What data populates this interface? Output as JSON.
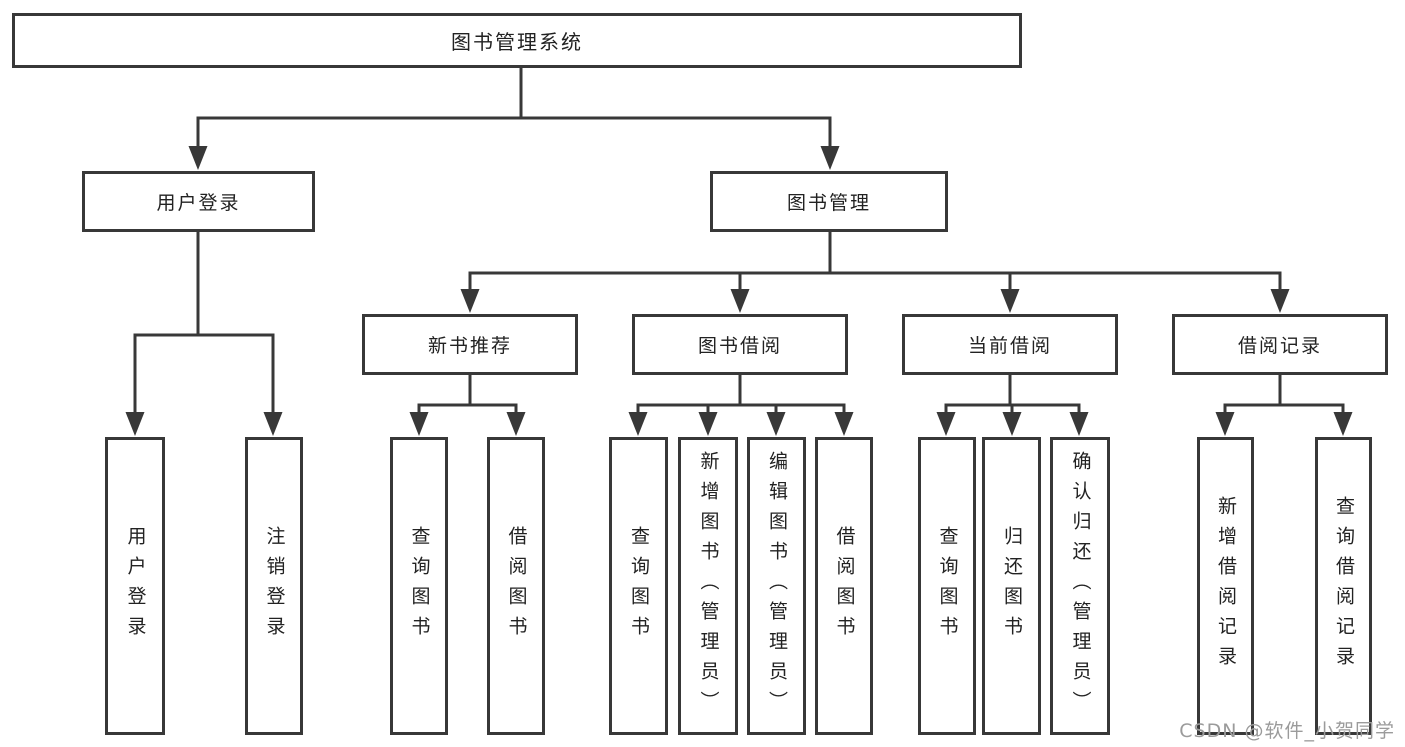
{
  "diagram_type": "hierarchy-tree",
  "colors": {
    "line": "#383838",
    "box_border": "#383838",
    "box_fill": "#ffffff",
    "text": "#222222",
    "watermark": "#9b9b9b"
  },
  "tree": {
    "root": {
      "label": "图书管理系统",
      "children": [
        {
          "label": "用户登录",
          "children": [
            {
              "label": "用户登录"
            },
            {
              "label": "注销登录"
            }
          ]
        },
        {
          "label": "图书管理",
          "children": [
            {
              "label": "新书推荐",
              "children": [
                {
                  "label": "查询图书"
                },
                {
                  "label": "借阅图书"
                }
              ]
            },
            {
              "label": "图书借阅",
              "children": [
                {
                  "label": "查询图书"
                },
                {
                  "label": "新增图书（管理员）"
                },
                {
                  "label": "编辑图书（管理员）"
                },
                {
                  "label": "借阅图书"
                }
              ]
            },
            {
              "label": "当前借阅",
              "children": [
                {
                  "label": "查询图书"
                },
                {
                  "label": "归还图书"
                },
                {
                  "label": "确认归还（管理员）"
                }
              ]
            },
            {
              "label": "借阅记录",
              "children": [
                {
                  "label": "新增借阅记录"
                },
                {
                  "label": "查询借阅记录"
                }
              ]
            }
          ]
        }
      ]
    }
  },
  "watermark": {
    "text": "CSDN @软件_小贺同学"
  }
}
